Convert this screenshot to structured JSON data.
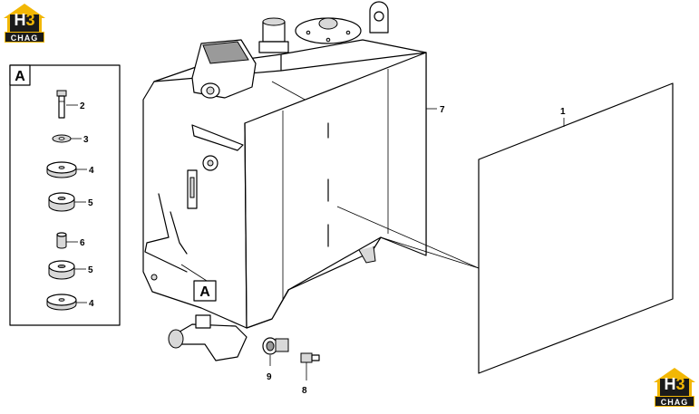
{
  "logo": {
    "mark_h": "H",
    "mark_3": "3",
    "wordmark": "CHAG",
    "colors": {
      "house": "#f2b705",
      "dark": "#1a1a1a"
    }
  },
  "detail": {
    "label": "A",
    "callouts": [
      "2",
      "3",
      "4",
      "5",
      "6",
      "5",
      "4"
    ]
  },
  "main": {
    "section_label": "A",
    "callouts": {
      "tank_cover": "7",
      "panel": "1",
      "fitting": "9",
      "plug": "8"
    }
  }
}
